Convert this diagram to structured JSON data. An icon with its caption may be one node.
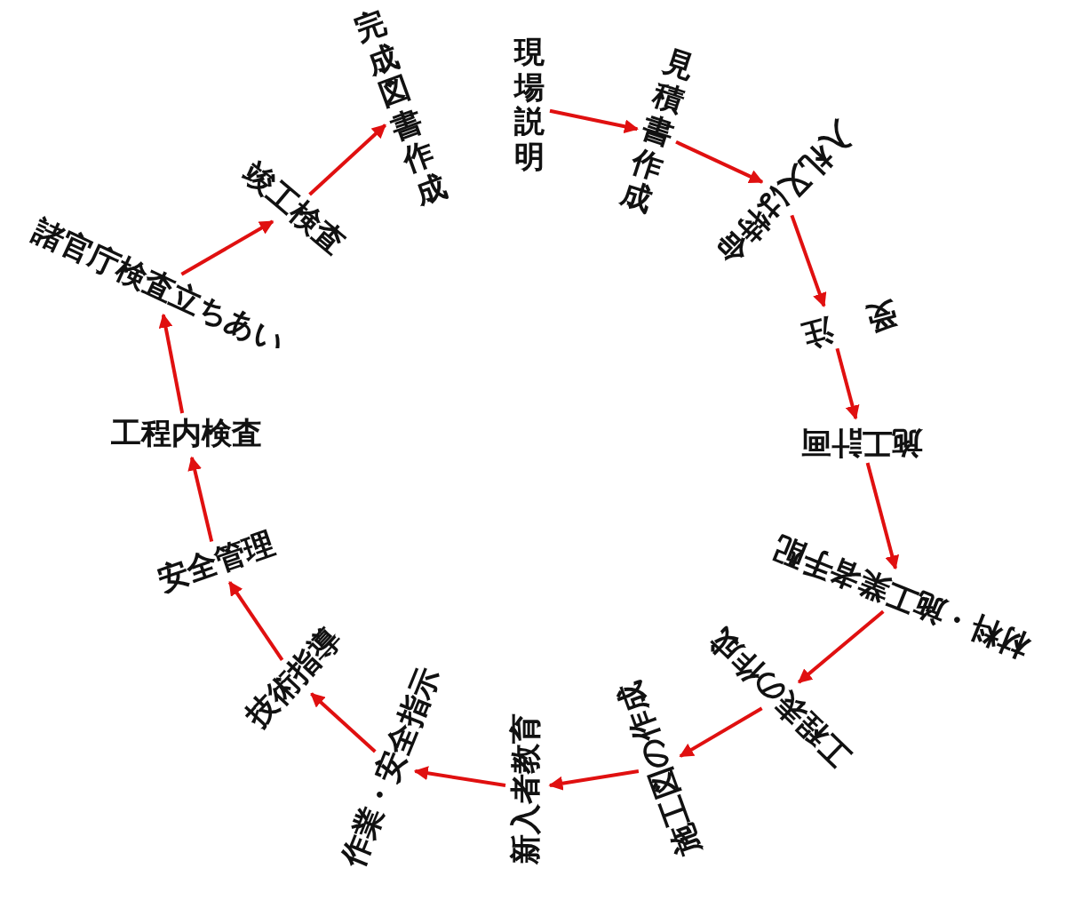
{
  "diagram": {
    "nodes": [
      {
        "text": [
          "現場説明"
        ]
      },
      {
        "text": [
          "見積書作成"
        ]
      },
      {
        "text": [
          "入札又は特命"
        ]
      },
      {
        "text": [
          "受注"
        ]
      },
      {
        "text": [
          "施工計画"
        ]
      },
      {
        "text": [
          "材料・施工業者手配"
        ]
      },
      {
        "text": [
          "工程表の作成"
        ]
      },
      {
        "text": [
          "施工図の作成"
        ]
      },
      {
        "text": [
          "新入者教育"
        ]
      },
      {
        "text": [
          "作業・安全指示"
        ]
      },
      {
        "text": [
          "技術指導"
        ]
      },
      {
        "text": [
          "安全管理"
        ]
      },
      {
        "text": [
          "工程内検査"
        ]
      },
      {
        "text": [
          "諸官庁検査立ちあい"
        ]
      },
      {
        "text": [
          "竣工検査"
        ]
      },
      {
        "text": [
          "完成図書作成"
        ]
      }
    ],
    "edges": [
      {
        "from": 0,
        "to": 1,
        "arrow": "to"
      },
      {
        "from": 1,
        "to": 2,
        "arrow": "to"
      },
      {
        "from": 2,
        "to": 3,
        "arrow": "to"
      },
      {
        "from": 3,
        "to": 4,
        "arrow": "to"
      },
      {
        "from": 4,
        "to": 5,
        "arrow": "to"
      },
      {
        "from": 5,
        "to": 6,
        "arrow": "to"
      },
      {
        "from": 6,
        "to": 7,
        "arrow": "to"
      },
      {
        "from": 7,
        "to": 8,
        "arrow": "to"
      },
      {
        "from": 8,
        "to": 9,
        "arrow": "to"
      },
      {
        "from": 9,
        "to": 10,
        "arrow": "to"
      },
      {
        "from": 10,
        "to": 11,
        "arrow": "to"
      },
      {
        "from": 11,
        "to": 12,
        "arrow": "to"
      },
      {
        "from": 12,
        "to": 13,
        "arrow": "to"
      },
      {
        "from": 13,
        "to": 14,
        "arrow": "to"
      },
      {
        "from": 14,
        "to": 15,
        "arrow": "to"
      }
    ]
  }
}
